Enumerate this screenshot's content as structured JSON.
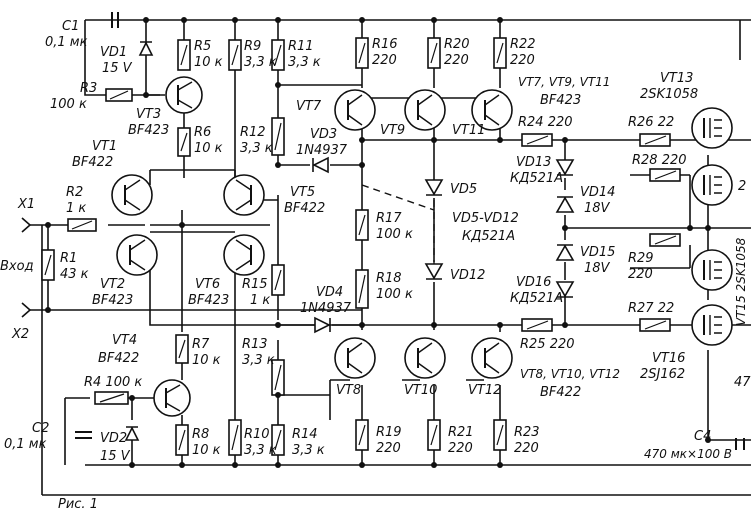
{
  "labels": {
    "c1": "C1",
    "c1v": "0,1 мк",
    "vd1": "VD1",
    "vd1v": "15 V",
    "r3": "R3",
    "r3v": "100 к",
    "vt3": "VT3",
    "vt3t": "BF423",
    "r5": "R5",
    "r5v": "10 к",
    "r6": "R6",
    "r6v": "10 к",
    "r9": "R9",
    "r9v": "3,3 к",
    "r11": "R11",
    "r11v": "3,3 к",
    "r12": "R12",
    "r12v": "3,3 к",
    "r16": "R16",
    "r16v": "220",
    "r20": "R20",
    "r20v": "220",
    "r22": "R22",
    "r22v": "220",
    "vt7": "VT7",
    "vt9": "VT9",
    "vt11": "VT11",
    "vt7grp": "VT7, VT9, VT11",
    "vt7grpt": "BF423",
    "vd3": "VD3",
    "vd3v": "1N4937",
    "vt1": "VT1",
    "vt1t": "BF422",
    "vt5": "VT5",
    "vt5t": "BF422",
    "x1": "X1",
    "r2": "R2",
    "r2v": "1 к",
    "r1": "R1",
    "r1v": "43 к",
    "vhod": "Вход",
    "vt2": "VT2",
    "vt2t": "BF423",
    "vt6": "VT6",
    "vt6t": "BF423",
    "r15": "R15",
    "r15v": "1 к",
    "x2": "X2",
    "r17": "R17",
    "r17v": "100 к",
    "r18": "R18",
    "r18v": "100 к",
    "vd5": "VD5",
    "vd12": "VD12",
    "vdgrp": "VD5-VD12",
    "vdgrpt": "КД521А",
    "vd4": "VD4",
    "vd4v": "1N4937",
    "r24": "R24 220",
    "r25": "R25 220",
    "vd13": "VD13",
    "vd13t": "КД521А",
    "vd14": "VD14",
    "vd14v": "18V",
    "vd15": "VD15",
    "vd15v": "18V",
    "vd16": "VD16",
    "vd16t": "КД521А",
    "vt8": "VT8",
    "vt10": "VT10",
    "vt12": "VT12",
    "vt8grp": "VT8, VT10, VT12",
    "vt8grpt": "BF422",
    "vt4": "VT4",
    "vt4t": "BF422",
    "r4": "R4 100 к",
    "r7": "R7",
    "r7v": "10 к",
    "r8": "R8",
    "r8v": "10 к",
    "r10": "R10",
    "r10v": "3,3 к",
    "r13": "R13",
    "r13v": "3,3 к",
    "r14": "R14",
    "r14v": "3,3 к",
    "r19": "R19",
    "r19v": "220",
    "r21": "R21",
    "r21v": "220",
    "r23": "R23",
    "r23v": "220",
    "c2": "C2",
    "c2v": "0,1 мк",
    "vd2": "VD2",
    "vd2v": "15 V",
    "vt13": "VT13",
    "vt13t": "2SK1058",
    "r26": "R26 22",
    "r28": "R28 220",
    "r29": "R29",
    "r29v": "220",
    "vt15": "VT15 2SK1058",
    "r27": "R27 22",
    "vt16": "VT16",
    "vt16t": "2SJ162",
    "c4": "C4",
    "c4v": "470 мк×100 В",
    "cut2": "2",
    "cut47": "47",
    "fig": "Рис. 1"
  }
}
